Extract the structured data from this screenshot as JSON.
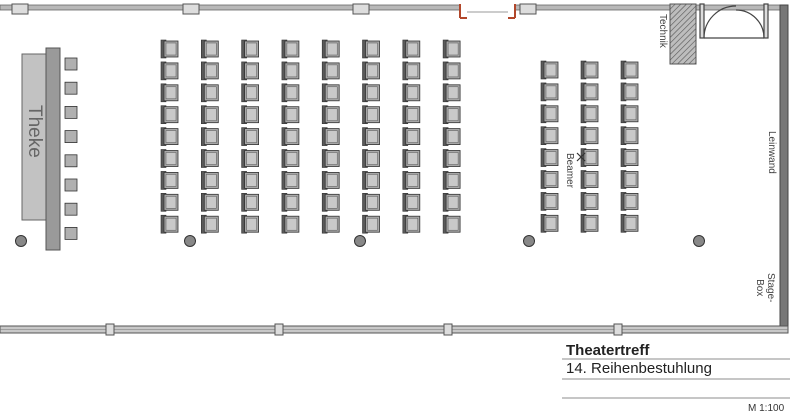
{
  "plan": {
    "title": "Theatertreff",
    "subtitle": "14. Reihenbestuhlung",
    "scale": "M 1:100",
    "labels": {
      "bar": "Theke",
      "tech": "Technik",
      "screen": "Leinwand",
      "projector": "Beamer",
      "stagebox_line1": "Stage-",
      "stagebox_line2": "Box"
    },
    "seating": {
      "blocks": [
        {
          "name": "main",
          "columns": 8,
          "rows": 9
        },
        {
          "name": "front",
          "columns": 3,
          "rows": 8
        }
      ],
      "bar_stools": 8
    },
    "colors": {
      "wall": "#8a8a8a",
      "chair": "#a8a8a8",
      "chair_back": "#5a5a5a",
      "bar": "#b4b4b4",
      "door_accent": "#b2472b"
    }
  }
}
